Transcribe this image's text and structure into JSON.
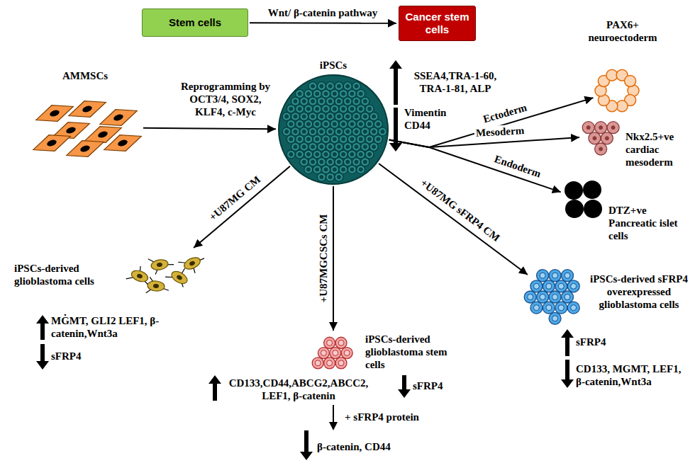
{
  "diagram": {
    "nodes": [
      {
        "text": [
          "Stem cells"
        ]
      },
      {
        "text": [
          "Cancer stem cells"
        ]
      },
      {
        "text": [
          "AMMSCs"
        ]
      },
      {
        "text": [
          "iPSCs"
        ]
      },
      {
        "text": [
          "PAX6+ neuroectoderm"
        ]
      },
      {
        "text": [
          "Nkx2.5+ve cardiac mesoderm"
        ]
      },
      {
        "text": [
          "DTZ+ve Pancreatic islet cells"
        ]
      },
      {
        "text": [
          "iPSCs-derived glioblastoma cells"
        ]
      },
      {
        "text": [
          "iPSCs-derived glioblastoma stem cells"
        ]
      },
      {
        "text": [
          "iPSCs-derived sFRP4 overexpressed glioblastoma cells"
        ]
      }
    ],
    "edges": [
      {
        "from": 0,
        "to": 1,
        "label": "Wnt/ β-catenin pathway",
        "arrow": "to"
      },
      {
        "from": 2,
        "to": 3,
        "label": "Reprogramming by OCT3/4, SOX2, KLF4, c-Myc",
        "arrow": "to"
      },
      {
        "from": 3,
        "to": 4,
        "label": "Ectoderm",
        "arrow": "to"
      },
      {
        "from": 3,
        "to": 5,
        "label": "Mesoderm",
        "arrow": "to"
      },
      {
        "from": 3,
        "to": 6,
        "label": "Endoderm",
        "arrow": "to"
      },
      {
        "from": 3,
        "to": 7,
        "label": "+U87MG CM",
        "arrow": "to"
      },
      {
        "from": 3,
        "to": 8,
        "label": "+U87MGCSCs CM",
        "arrow": "to"
      },
      {
        "from": 3,
        "to": 9,
        "label": "+U87MG sFRP4 CM",
        "arrow": "to"
      }
    ],
    "labels": [
      "SSEA4,TRA-1-60, TRA-1-81, ALP",
      "Vimentin CD44",
      "MGMT, GLI2 LEF1, β-catenin,Wnt3a",
      "sFRP4",
      "CD133,CD44,ABCG2,ABCC2, LEF1, β-catenin",
      "sFRP4",
      "sFRP4",
      "CD133, MGMT, LEF1, β-catenin,Wnt3a",
      "+ sFRP4 protein",
      "β-catenin, CD44",
      "."
    ]
  }
}
